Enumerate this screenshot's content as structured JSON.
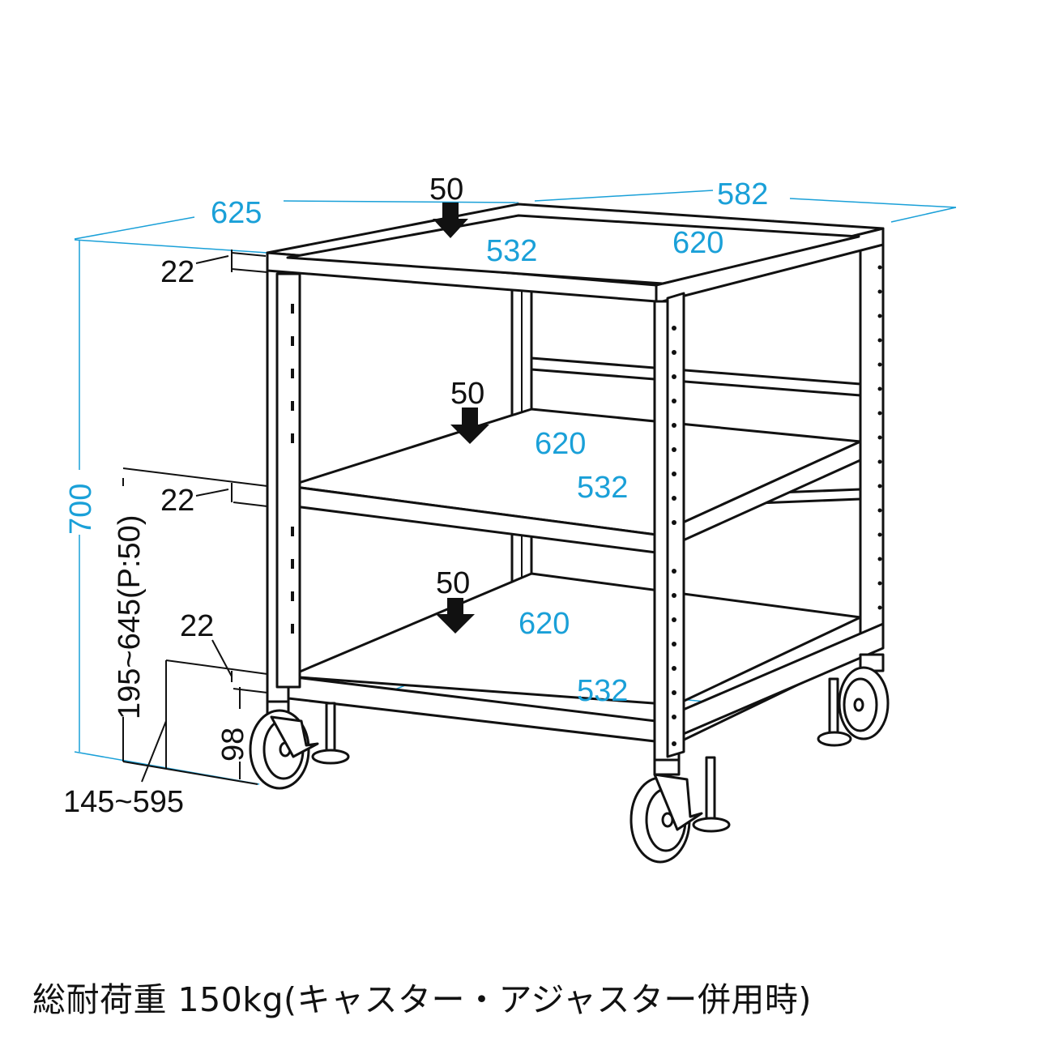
{
  "dimensions": {
    "width_outer": "625",
    "depth_outer": "582",
    "height_total": "700",
    "top_shelf_width": "532",
    "top_shelf_depth": "620",
    "mid_shelf_depth": "620",
    "mid_shelf_width": "532",
    "bottom_shelf_depth": "620",
    "bottom_shelf_width": "532",
    "mid_range": "195~645(P:50)",
    "bottom_range": "145~595",
    "caster_height": "98"
  },
  "loads": {
    "top": "50",
    "middle": "50",
    "bottom": "50"
  },
  "thickness": {
    "top": "22",
    "middle": "22",
    "bottom": "22"
  },
  "caption": "総耐荷重 150kg(キャスター・アジャスター併用時)",
  "colors": {
    "dimension": "#1aa0d8",
    "line": "#111111"
  },
  "icons": [
    "down-arrow-icon",
    "caster-icon",
    "adjuster-foot-icon"
  ]
}
